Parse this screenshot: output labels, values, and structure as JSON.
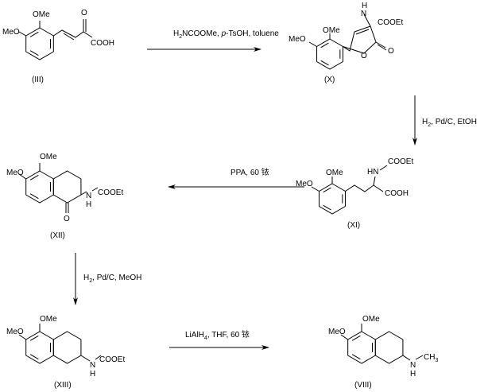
{
  "compounds": {
    "III": {
      "label": "(III)",
      "ome": "OMe",
      "meo": "MeO",
      "o": "O",
      "cooh": "COOH"
    },
    "X": {
      "label": "(X)",
      "ome": "OMe",
      "meo": "MeO",
      "o_ring": "O",
      "o_keto": "O",
      "n": "N",
      "h": "H",
      "cooet": "COOEt"
    },
    "XI": {
      "label": "(XI)",
      "ome": "OMe",
      "meo": "MeO",
      "hn": "HN",
      "cooet": "COOEt",
      "cooh": "COOH"
    },
    "XII": {
      "label": "(XII)",
      "ome": "OMe",
      "meo": "MeO",
      "o": "O",
      "n": "N",
      "h": "H",
      "cooet": "COOEt"
    },
    "XIII": {
      "label": "(XIII)",
      "ome": "OMe",
      "meo": "MeO",
      "n": "N",
      "h": "H",
      "cooet": "COOEt"
    },
    "VIII": {
      "label": "(VIII)",
      "ome": "OMe",
      "meo": "MeO",
      "n": "N",
      "h": "H",
      "ch3": "CH",
      "ch3_sub": "3"
    }
  },
  "reactions": {
    "step1": {
      "reagent_a": "H",
      "reagent_a_sub": "2",
      "reagent_b": "NCOOMe, ",
      "reagent_c": "p",
      "reagent_d": "-TsOH, toluene"
    },
    "step2": {
      "a": "H",
      "sub": "2",
      "b": ", Pd/C, EtOH"
    },
    "step3": {
      "text": "PPA, 60 铱"
    },
    "step4": {
      "a": "H",
      "sub": "2",
      "b": ", Pd/C, MeOH"
    },
    "step5": {
      "a": "LiAlH",
      "sub": "4",
      "b": ", THF, 60 铱"
    }
  }
}
